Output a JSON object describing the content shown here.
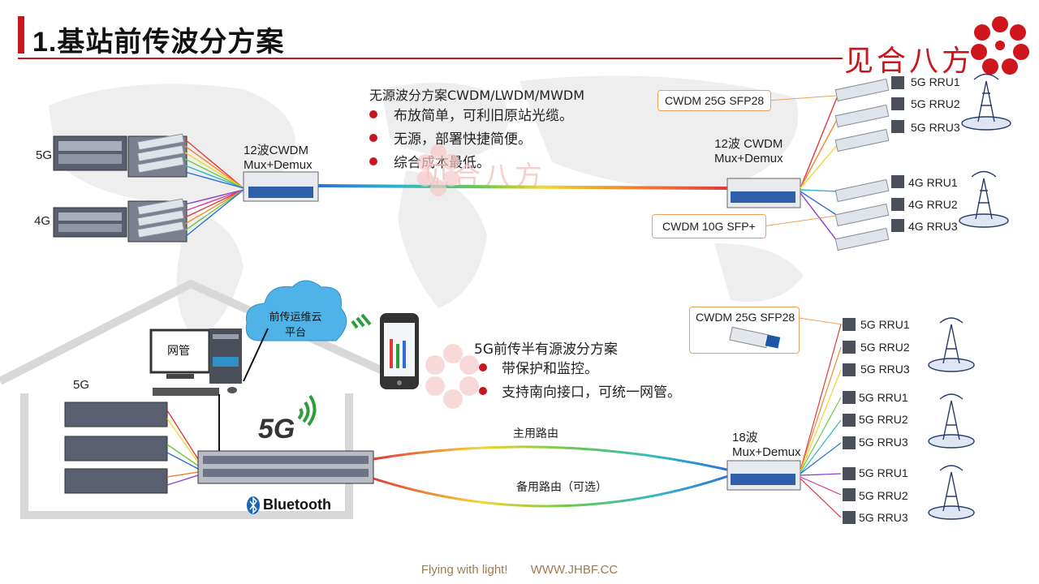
{
  "header": {
    "title": "1.基站前传波分方案",
    "brand": "见合八方"
  },
  "top": {
    "heading": "无源波分方案CWDM/LWDM/MWDM",
    "bullets": [
      "布放简单，可利旧原站光缆。",
      "无源，部署快捷简便。",
      "综合成本最低。"
    ],
    "label_5g": "5G",
    "label_4g": "4G",
    "mux_left": [
      "12波CWDM",
      "Mux+Demux"
    ],
    "mux_right": [
      "12波 CWDM",
      "Mux+Demux"
    ],
    "sfp_25g": "CWDM 25G SFP28",
    "sfp_10g": "CWDM 10G SFP+",
    "rru_5g": [
      "5G RRU1",
      "5G RRU2",
      "5G RRU3"
    ],
    "rru_4g": [
      "4G RRU1",
      "4G RRU2",
      "4G RRU3"
    ],
    "watermark": "见合八方"
  },
  "bottom": {
    "heading": "5G前传半有源波分方案",
    "bullets": [
      "带保护和监控。",
      "支持南向接口，可统一网管。"
    ],
    "cloud": [
      "前传运维云",
      "平台"
    ],
    "monitor": "网管",
    "label_5g_bbu": "5G",
    "logo_5g": "5G",
    "bluetooth": "Bluetooth",
    "route_main": "主用路由",
    "route_backup": "备用路由（可选）",
    "mux": [
      "18波",
      "Mux+Demux"
    ],
    "sfp_25g": "CWDM 25G SFP28",
    "rru_groups": [
      [
        "5G RRU1",
        "5G RRU2",
        "5G RRU3"
      ],
      [
        "5G RRU1",
        "5G RRU2",
        "5G RRU3"
      ],
      [
        "5G RRU1",
        "5G RRU2",
        "5G RRU3"
      ]
    ]
  },
  "footer": {
    "slogan": "Flying with light!",
    "url": "WWW.JHBF.CC"
  },
  "colors": {
    "accent": "#c8161d",
    "box_border": "#e8a35a",
    "footer_text": "#a07b50"
  }
}
